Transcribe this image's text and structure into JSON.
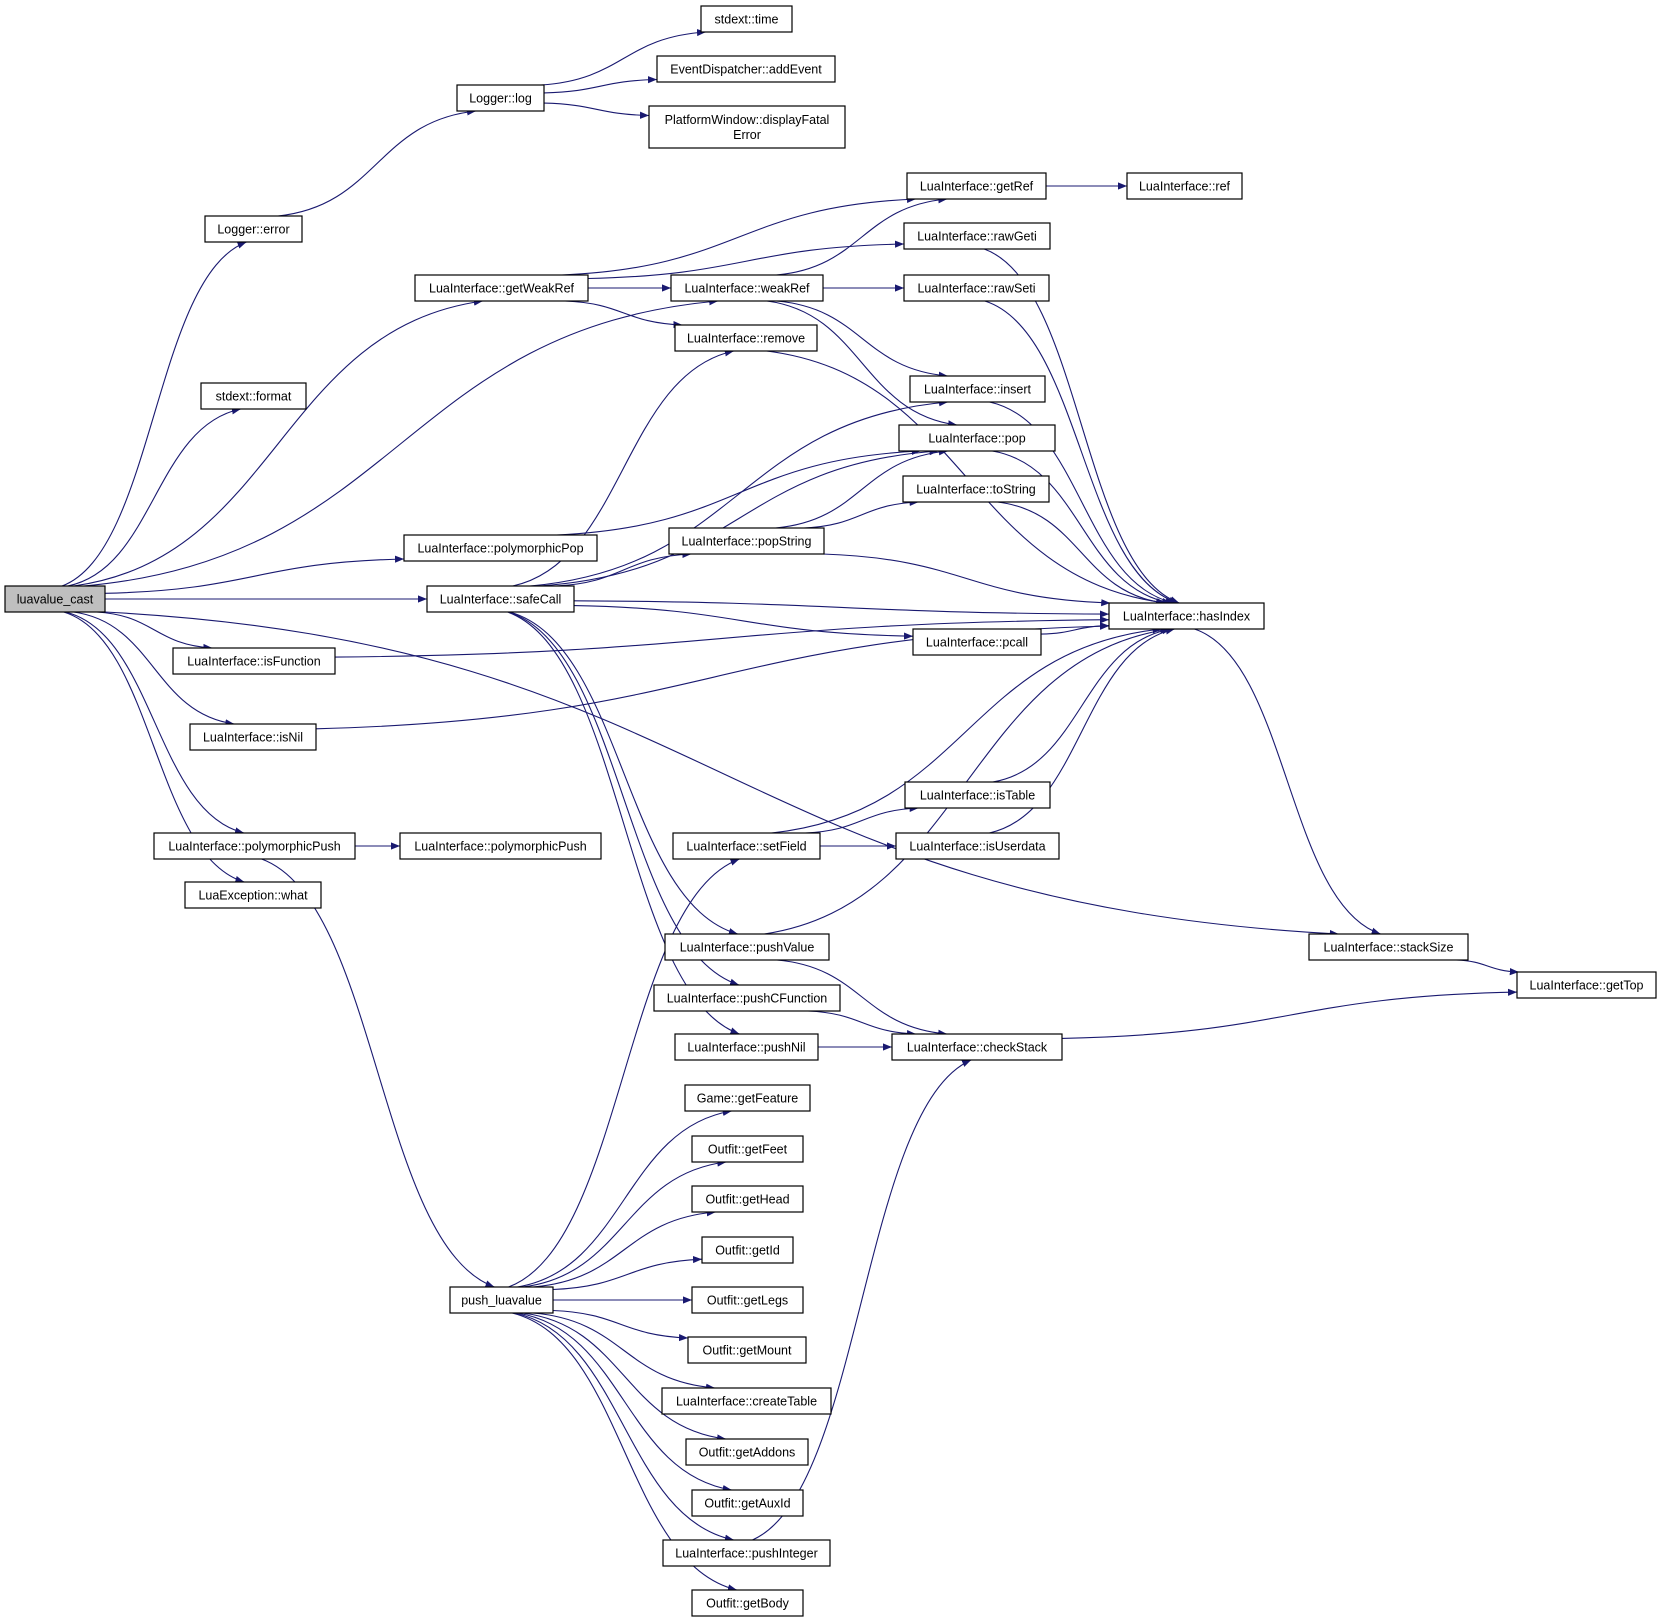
{
  "graph": {
    "nodes": [
      {
        "id": "luavalue_cast",
        "label": "luavalue_cast",
        "root": true
      },
      {
        "id": "stdext_time",
        "label": "stdext::time"
      },
      {
        "id": "eventdispatcher_addevent",
        "label": "EventDispatcher::addEvent"
      },
      {
        "id": "logger_log",
        "label": "Logger::log"
      },
      {
        "id": "platformwindow_displayfatalerror",
        "label": "PlatformWindow::displayFatal\nError"
      },
      {
        "id": "logger_error",
        "label": "Logger::error"
      },
      {
        "id": "luainterface_getref",
        "label": "LuaInterface::getRef"
      },
      {
        "id": "luainterface_ref",
        "label": "LuaInterface::ref"
      },
      {
        "id": "luainterface_rawgeti",
        "label": "LuaInterface::rawGeti"
      },
      {
        "id": "luainterface_getweakref",
        "label": "LuaInterface::getWeakRef"
      },
      {
        "id": "luainterface_weakref",
        "label": "LuaInterface::weakRef"
      },
      {
        "id": "luainterface_rawseti",
        "label": "LuaInterface::rawSeti"
      },
      {
        "id": "luainterface_remove",
        "label": "LuaInterface::remove"
      },
      {
        "id": "stdext_format",
        "label": "stdext::format"
      },
      {
        "id": "luainterface_insert",
        "label": "LuaInterface::insert"
      },
      {
        "id": "luainterface_pop",
        "label": "LuaInterface::pop"
      },
      {
        "id": "luainterface_tostring",
        "label": "LuaInterface::toString"
      },
      {
        "id": "luainterface_polymorphicpop",
        "label": "LuaInterface::polymorphicPop"
      },
      {
        "id": "luainterface_popstring",
        "label": "LuaInterface::popString"
      },
      {
        "id": "luainterface_safecall",
        "label": "LuaInterface::safeCall"
      },
      {
        "id": "luainterface_hasindex",
        "label": "LuaInterface::hasIndex"
      },
      {
        "id": "luainterface_pcall",
        "label": "LuaInterface::pcall"
      },
      {
        "id": "luainterface_isfunction",
        "label": "LuaInterface::isFunction"
      },
      {
        "id": "luainterface_isnil",
        "label": "LuaInterface::isNil"
      },
      {
        "id": "luainterface_istable",
        "label": "LuaInterface::isTable"
      },
      {
        "id": "luainterface_polymorphicpush_a",
        "label": "LuaInterface::polymorphicPush"
      },
      {
        "id": "luainterface_polymorphicpush_b",
        "label": "LuaInterface::polymorphicPush"
      },
      {
        "id": "luainterface_setfield",
        "label": "LuaInterface::setField"
      },
      {
        "id": "luainterface_isuserdata",
        "label": "LuaInterface::isUserdata"
      },
      {
        "id": "luaexception_what",
        "label": "LuaException::what"
      },
      {
        "id": "luainterface_pushvalue",
        "label": "LuaInterface::pushValue"
      },
      {
        "id": "luainterface_stacksize",
        "label": "LuaInterface::stackSize"
      },
      {
        "id": "luainterface_gettop",
        "label": "LuaInterface::getTop"
      },
      {
        "id": "luainterface_pushcfunction",
        "label": "LuaInterface::pushCFunction"
      },
      {
        "id": "luainterface_pushnil",
        "label": "LuaInterface::pushNil"
      },
      {
        "id": "luainterface_checkstack",
        "label": "LuaInterface::checkStack"
      },
      {
        "id": "game_getfeature",
        "label": "Game::getFeature"
      },
      {
        "id": "outfit_getfeet",
        "label": "Outfit::getFeet"
      },
      {
        "id": "outfit_gethead",
        "label": "Outfit::getHead"
      },
      {
        "id": "outfit_getid",
        "label": "Outfit::getId"
      },
      {
        "id": "push_luavalue",
        "label": "push_luavalue"
      },
      {
        "id": "outfit_getlegs",
        "label": "Outfit::getLegs"
      },
      {
        "id": "outfit_getmount",
        "label": "Outfit::getMount"
      },
      {
        "id": "luainterface_createtable",
        "label": "LuaInterface::createTable"
      },
      {
        "id": "outfit_getaddons",
        "label": "Outfit::getAddons"
      },
      {
        "id": "outfit_getauxid",
        "label": "Outfit::getAuxId"
      },
      {
        "id": "luainterface_pushinteger",
        "label": "LuaInterface::pushInteger"
      },
      {
        "id": "outfit_getbody",
        "label": "Outfit::getBody"
      }
    ],
    "edges": [
      {
        "from": "luavalue_cast",
        "to": "logger_error"
      },
      {
        "from": "luavalue_cast",
        "to": "stdext_format"
      },
      {
        "from": "luavalue_cast",
        "to": "luainterface_getweakref"
      },
      {
        "from": "luavalue_cast",
        "to": "luainterface_weakref"
      },
      {
        "from": "luavalue_cast",
        "to": "luainterface_polymorphicpop"
      },
      {
        "from": "luavalue_cast",
        "to": "luainterface_safecall"
      },
      {
        "from": "luavalue_cast",
        "to": "luainterface_isfunction"
      },
      {
        "from": "luavalue_cast",
        "to": "luainterface_isnil"
      },
      {
        "from": "luavalue_cast",
        "to": "luainterface_polymorphicpush_a"
      },
      {
        "from": "luavalue_cast",
        "to": "luaexception_what"
      },
      {
        "from": "luavalue_cast",
        "to": "luainterface_stacksize"
      },
      {
        "from": "logger_error",
        "to": "logger_log"
      },
      {
        "from": "logger_log",
        "to": "stdext_time"
      },
      {
        "from": "logger_log",
        "to": "eventdispatcher_addevent"
      },
      {
        "from": "logger_log",
        "to": "platformwindow_displayfatalerror"
      },
      {
        "from": "luainterface_getweakref",
        "to": "luainterface_getref"
      },
      {
        "from": "luainterface_getweakref",
        "to": "luainterface_rawgeti"
      },
      {
        "from": "luainterface_getweakref",
        "to": "luainterface_weakref"
      },
      {
        "from": "luainterface_getweakref",
        "to": "luainterface_remove"
      },
      {
        "from": "luainterface_getref",
        "to": "luainterface_ref"
      },
      {
        "from": "luainterface_weakref",
        "to": "luainterface_getref"
      },
      {
        "from": "luainterface_weakref",
        "to": "luainterface_rawseti"
      },
      {
        "from": "luainterface_weakref",
        "to": "luainterface_insert"
      },
      {
        "from": "luainterface_weakref",
        "to": "luainterface_pop"
      },
      {
        "from": "luainterface_rawgeti",
        "to": "luainterface_hasindex"
      },
      {
        "from": "luainterface_rawseti",
        "to": "luainterface_hasindex"
      },
      {
        "from": "luainterface_remove",
        "to": "luainterface_hasindex"
      },
      {
        "from": "luainterface_insert",
        "to": "luainterface_hasindex"
      },
      {
        "from": "luainterface_pop",
        "to": "luainterface_hasindex"
      },
      {
        "from": "luainterface_tostring",
        "to": "luainterface_hasindex"
      },
      {
        "from": "luainterface_polymorphicpop",
        "to": "luainterface_pop"
      },
      {
        "from": "luainterface_popstring",
        "to": "luainterface_tostring"
      },
      {
        "from": "luainterface_popstring",
        "to": "luainterface_pop"
      },
      {
        "from": "luainterface_popstring",
        "to": "luainterface_hasindex"
      },
      {
        "from": "luainterface_safecall",
        "to": "luainterface_remove"
      },
      {
        "from": "luainterface_safecall",
        "to": "luainterface_insert"
      },
      {
        "from": "luainterface_safecall",
        "to": "luainterface_pop"
      },
      {
        "from": "luainterface_safecall",
        "to": "luainterface_popstring"
      },
      {
        "from": "luainterface_safecall",
        "to": "luainterface_hasindex"
      },
      {
        "from": "luainterface_safecall",
        "to": "luainterface_pcall"
      },
      {
        "from": "luainterface_safecall",
        "to": "luainterface_pushvalue"
      },
      {
        "from": "luainterface_safecall",
        "to": "luainterface_pushcfunction"
      },
      {
        "from": "luainterface_safecall",
        "to": "luainterface_pushnil"
      },
      {
        "from": "luainterface_pcall",
        "to": "luainterface_hasindex"
      },
      {
        "from": "luainterface_isfunction",
        "to": "luainterface_hasindex"
      },
      {
        "from": "luainterface_isnil",
        "to": "luainterface_hasindex"
      },
      {
        "from": "luainterface_istable",
        "to": "luainterface_hasindex"
      },
      {
        "from": "luainterface_isuserdata",
        "to": "luainterface_hasindex"
      },
      {
        "from": "luainterface_setfield",
        "to": "luainterface_istable"
      },
      {
        "from": "luainterface_setfield",
        "to": "luainterface_isuserdata"
      },
      {
        "from": "luainterface_setfield",
        "to": "luainterface_hasindex"
      },
      {
        "from": "luainterface_pushvalue",
        "to": "luainterface_hasindex"
      },
      {
        "from": "luainterface_pushvalue",
        "to": "luainterface_checkstack"
      },
      {
        "from": "luainterface_pushcfunction",
        "to": "luainterface_checkstack"
      },
      {
        "from": "luainterface_pushnil",
        "to": "luainterface_checkstack"
      },
      {
        "from": "luainterface_hasindex",
        "to": "luainterface_stacksize"
      },
      {
        "from": "luainterface_stacksize",
        "to": "luainterface_gettop"
      },
      {
        "from": "luainterface_checkstack",
        "to": "luainterface_gettop"
      },
      {
        "from": "luainterface_polymorphicpush_a",
        "to": "luainterface_polymorphicpush_b"
      },
      {
        "from": "luainterface_polymorphicpush_a",
        "to": "push_luavalue"
      },
      {
        "from": "push_luavalue",
        "to": "luainterface_setfield"
      },
      {
        "from": "push_luavalue",
        "to": "game_getfeature"
      },
      {
        "from": "push_luavalue",
        "to": "outfit_getfeet"
      },
      {
        "from": "push_luavalue",
        "to": "outfit_gethead"
      },
      {
        "from": "push_luavalue",
        "to": "outfit_getid"
      },
      {
        "from": "push_luavalue",
        "to": "outfit_getlegs"
      },
      {
        "from": "push_luavalue",
        "to": "outfit_getmount"
      },
      {
        "from": "push_luavalue",
        "to": "luainterface_createtable"
      },
      {
        "from": "push_luavalue",
        "to": "outfit_getaddons"
      },
      {
        "from": "push_luavalue",
        "to": "outfit_getauxid"
      },
      {
        "from": "push_luavalue",
        "to": "luainterface_pushinteger"
      },
      {
        "from": "push_luavalue",
        "to": "outfit_getbody"
      },
      {
        "from": "luainterface_pushinteger",
        "to": "luainterface_checkstack"
      }
    ]
  },
  "colors": {
    "edge": "#191970",
    "node_border": "#000000",
    "node_fill": "#ffffff",
    "root_fill": "#bfbfbf"
  }
}
